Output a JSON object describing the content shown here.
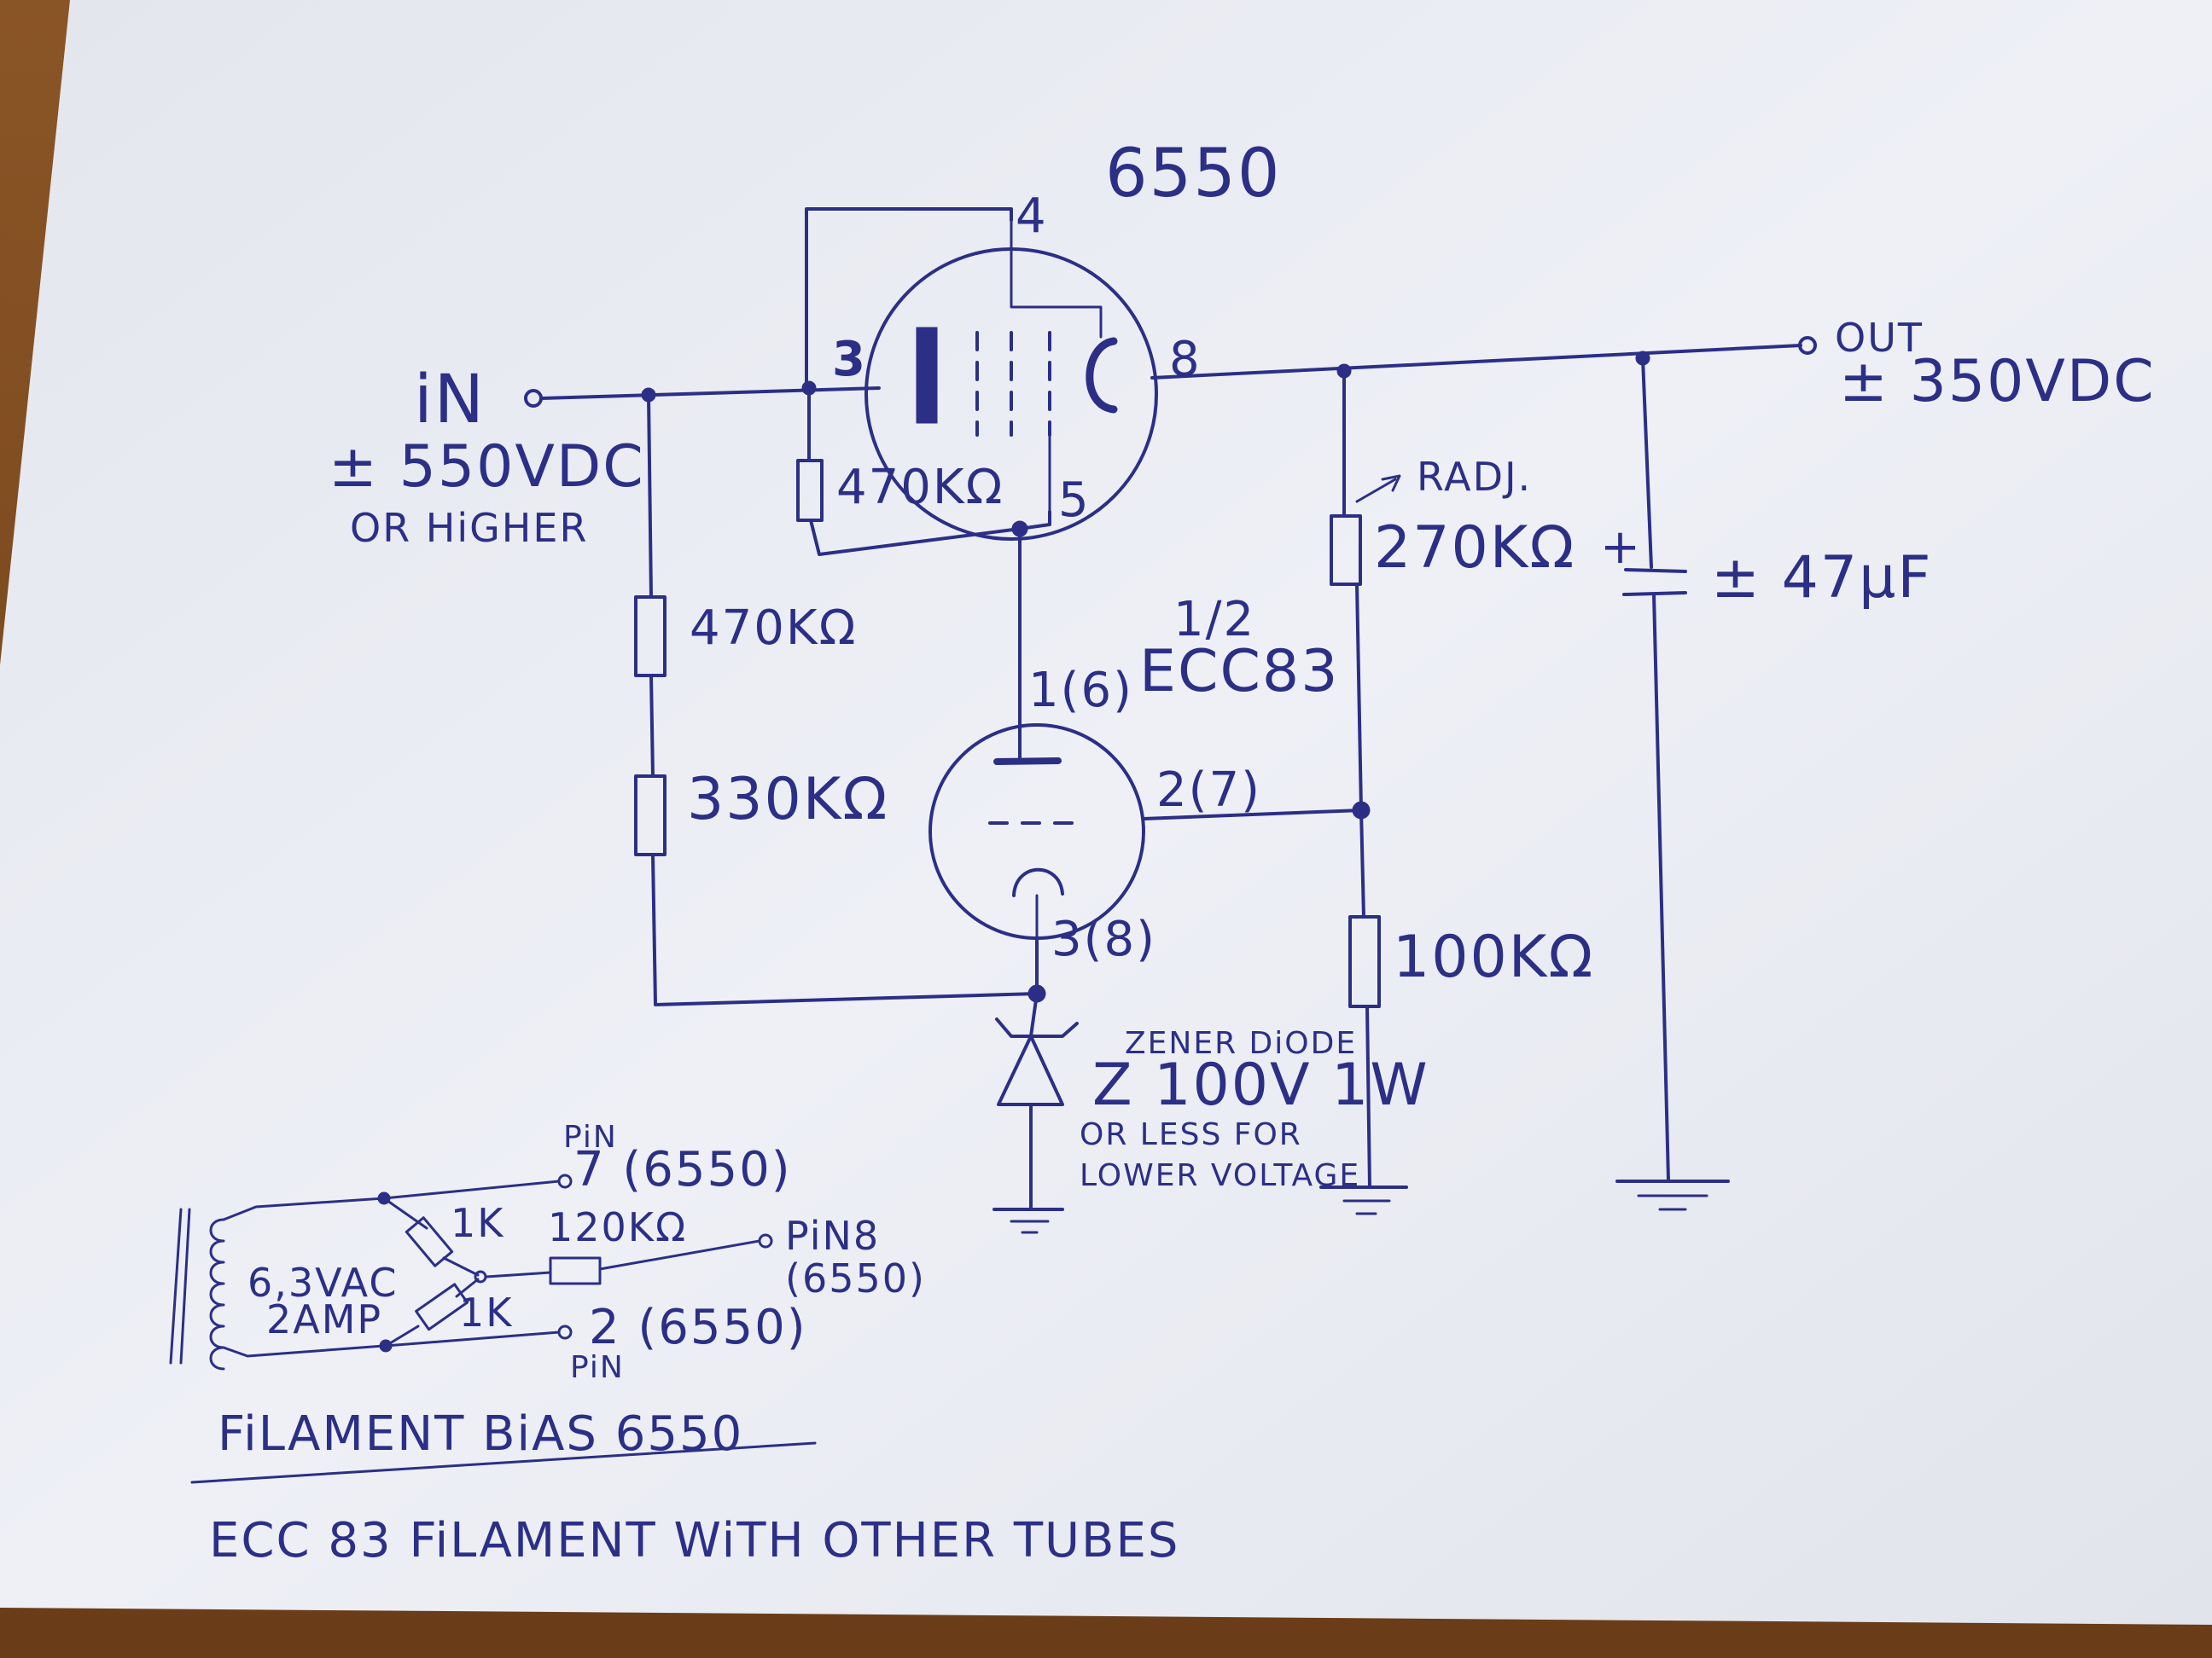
{
  "schematic": {
    "tube_main": "6550",
    "pin_4": "4",
    "pin_3": "3",
    "pin_8": "8",
    "pin_5": "5",
    "input_label": "iN",
    "input_voltage": "± 550VDC",
    "input_note": "OR HiGHER",
    "output_label": "OUT",
    "output_voltage": "± 350VDC",
    "r_grid": "470KΩ",
    "r_div_top": "470KΩ",
    "r_div_bottom": "330KΩ",
    "r_adj": "270KΩ",
    "r_adj_note": "RADJ.",
    "r_bottom": "100KΩ",
    "cap_value": "± 47μF",
    "cap_plus": "+",
    "tube_driver_fraction": "1/2",
    "tube_driver": "ECC83",
    "pin_1_6": "1(6)",
    "pin_2_7": "2(7)",
    "pin_3_8": "3(8)",
    "zener_title": "ZENER DiODE",
    "zener_value": "Z 100V 1W",
    "zener_note_1": "OR LESS FOR",
    "zener_note_2": "LOWER VOLTAGE"
  },
  "filament": {
    "transformer_voltage": "6,3VAC",
    "transformer_current": "2AMP",
    "pin_top_label": "PiN",
    "pin_top_value": "7 (6550)",
    "r_1k_top": "1K",
    "r_1k_bottom": "1K",
    "r_120k": "120KΩ",
    "pin_right_label": "PiN8",
    "pin_right_value": "(6550)",
    "pin_bottom_value": "2 (6550)",
    "pin_bottom_label": "PiN",
    "title": "FiLAMENT BiAS 6550",
    "note": "ECC 83 FiLAMENT WiTH OTHER TUBES"
  },
  "colors": {
    "ink": "#2b2f86",
    "paper": "#edeff5",
    "table": "#7a4a22"
  }
}
